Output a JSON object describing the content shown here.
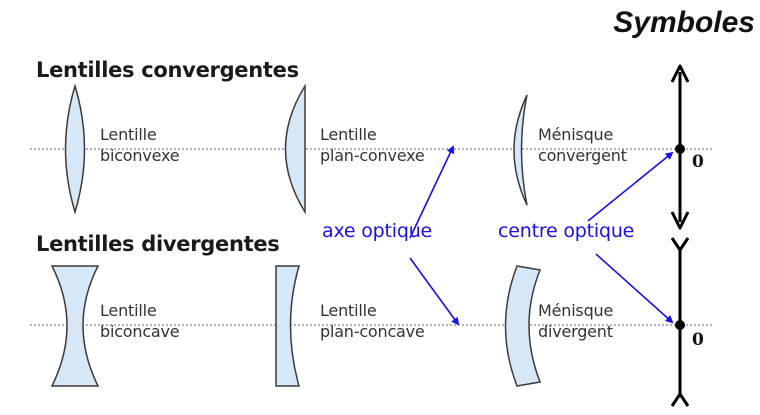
{
  "header": {
    "title": "Symboles"
  },
  "sections": {
    "convergent": {
      "heading": "Lentilles convergentes",
      "lenses": [
        {
          "line1": "Lentille",
          "line2": "biconvexe"
        },
        {
          "line1": "Lentille",
          "line2": "plan-convexe"
        },
        {
          "line1": "Ménisque",
          "line2": "convergent"
        }
      ]
    },
    "divergent": {
      "heading": "Lentilles divergentes",
      "lenses": [
        {
          "line1": "Lentille",
          "line2": "biconcave"
        },
        {
          "line1": "Lentille",
          "line2": "plan-concave"
        },
        {
          "line1": "Ménisque",
          "line2": "divergent"
        }
      ]
    }
  },
  "annotations": {
    "optical_axis": "axe optique",
    "optical_center": "centre optique"
  },
  "symbols": {
    "convergent_center": "0",
    "divergent_center": "0"
  },
  "colors": {
    "lens_fill": "#d6e7f5",
    "lens_stroke": "#3b3b3b",
    "annotation": "#1a10e6",
    "symbol": "#000000"
  }
}
